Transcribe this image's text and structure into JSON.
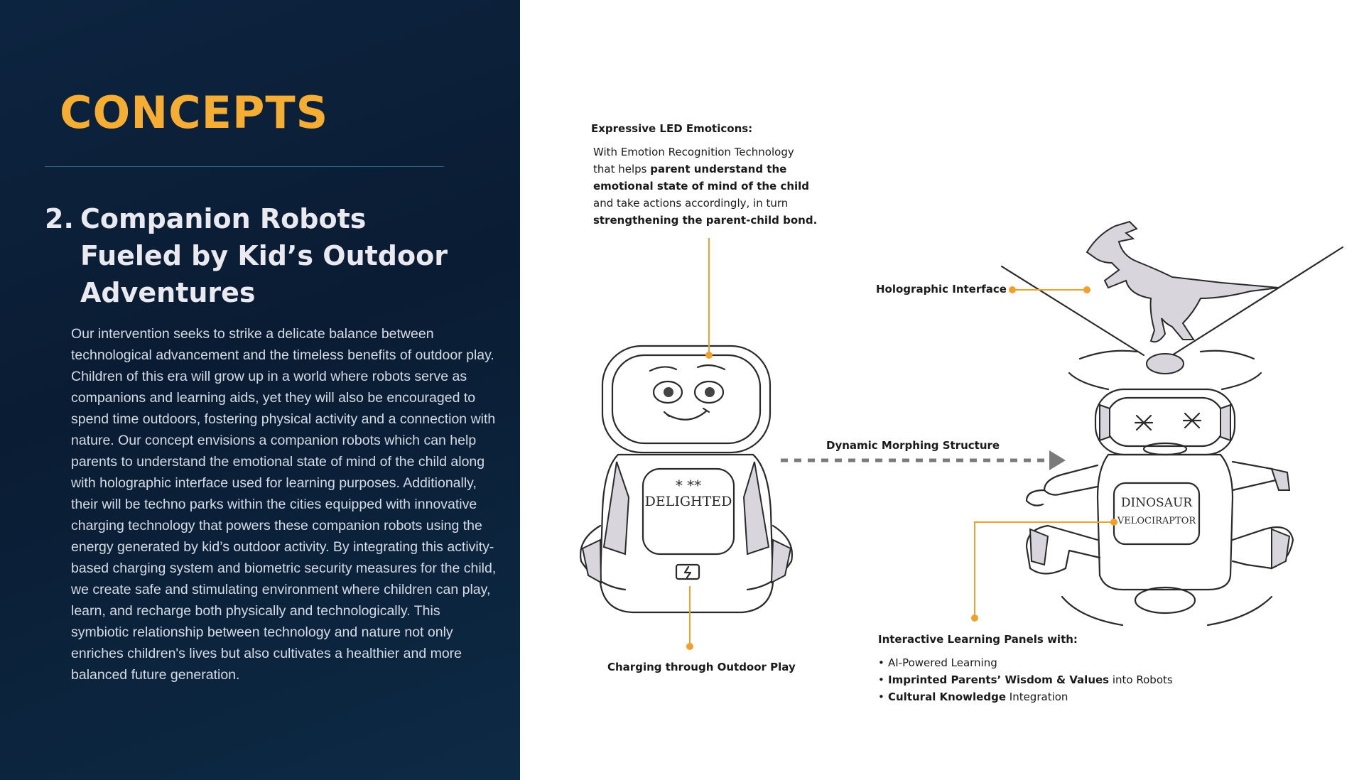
{
  "left": {
    "heading": "CONCEPTS",
    "title_number": "2.",
    "title_text": "Companion Robots Fueled by Kid’s Outdoor Adventures",
    "body": "Our intervention seeks to strike a delicate balance between technological advancement and the timeless benefits of outdoor play. Children of this era will grow up in a world where robots serve as companions and learning aids, yet they will also be encouraged to spend time outdoors, fostering physical activity and a connection with nature. Our concept envisions a companion robots which can help parents to understand the emotional state of mind of the child along with holographic interface used for learning purposes. Additionally, their will be techno parks within the cities equipped with innovative charging technology that powers these companion robots using the energy generated by kid’s outdoor activity. By integrating this activity-based charging system and biometric security measures for the child, we create safe and stimulating environment where children can play, learn, and recharge both physically and technologically. This symbiotic relationship between technology and nature not only enriches children's lives but also cultivates a healthier and more balanced future generation."
  },
  "callouts": {
    "led": {
      "label": "Expressive LED Emoticons:",
      "line1": "With Emotion Recognition Technology",
      "line2_plain": "that helps ",
      "line2_bold": "parent understand the",
      "line3_bold": "emotional state of mind of the child",
      "line4": "and take actions accordingly, in turn",
      "line5_bold": "strengthening the parent-child bond."
    },
    "holographic": "Holographic Interface",
    "morphing": "Dynamic Morphing Structure",
    "charging": "Charging through Outdoor Play",
    "panels": {
      "label": "Interactive Learning Panels with:",
      "b1": "AI-Powered Learning",
      "b2_bold": "Imprinted Parents’ Wisdom & Values",
      "b2_plain": " into Robots",
      "b3_bold": "Cultural Knowledge",
      "b3_plain": " Integration"
    }
  },
  "sketch": {
    "robot1_screen": "DELIGHTED",
    "robot1_stars": "* **",
    "robot2_line1": "DINOSAUR",
    "robot2_line2": "VELOCIRAPTOR"
  },
  "colors": {
    "accent": "#f5ad33",
    "panel_bg": "#0d2440",
    "leader": "#f0a02c"
  }
}
